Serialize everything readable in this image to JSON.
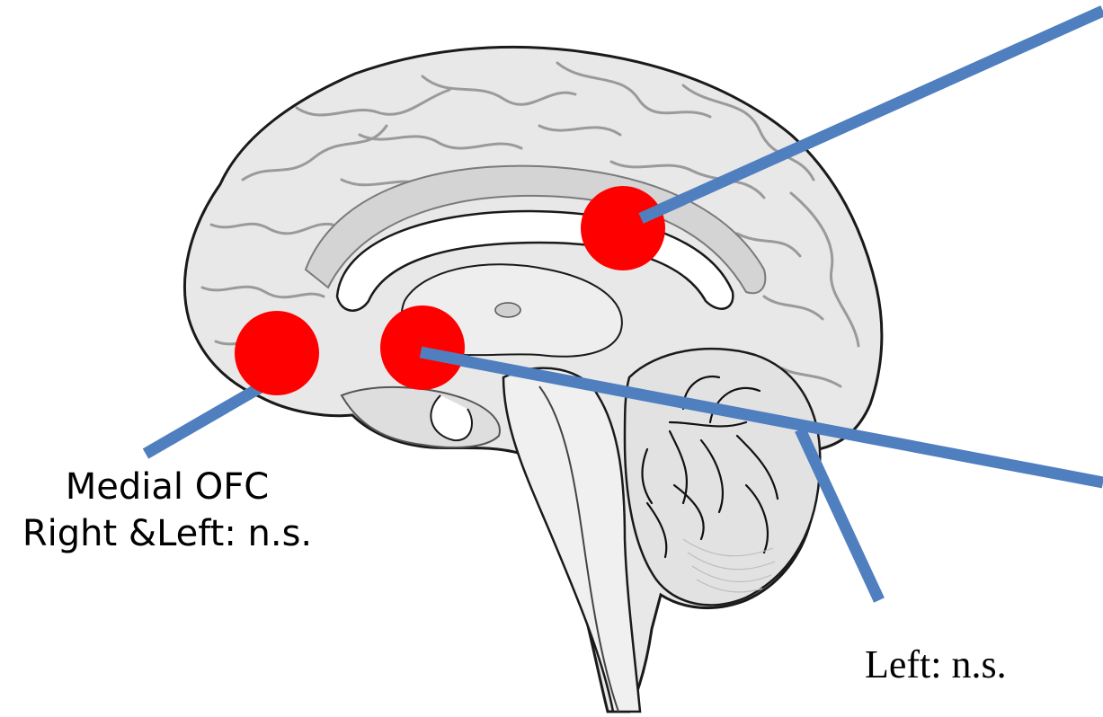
{
  "labels": {
    "medial_ofc": {
      "title": "Medial OFC",
      "detail": "Right &Left: n.s."
    },
    "bottom_right": {
      "text": "Left: n.s."
    }
  },
  "colors": {
    "marker": "#ff0000",
    "connector": "#4f7fbf",
    "brain_fill": "#e6e6e6",
    "brain_outline": "#1a1a1a",
    "text": "#000000"
  },
  "markers": [
    {
      "name": "medial-ofc-marker"
    },
    {
      "name": "subgenual-marker"
    },
    {
      "name": "cingulate-marker"
    }
  ]
}
